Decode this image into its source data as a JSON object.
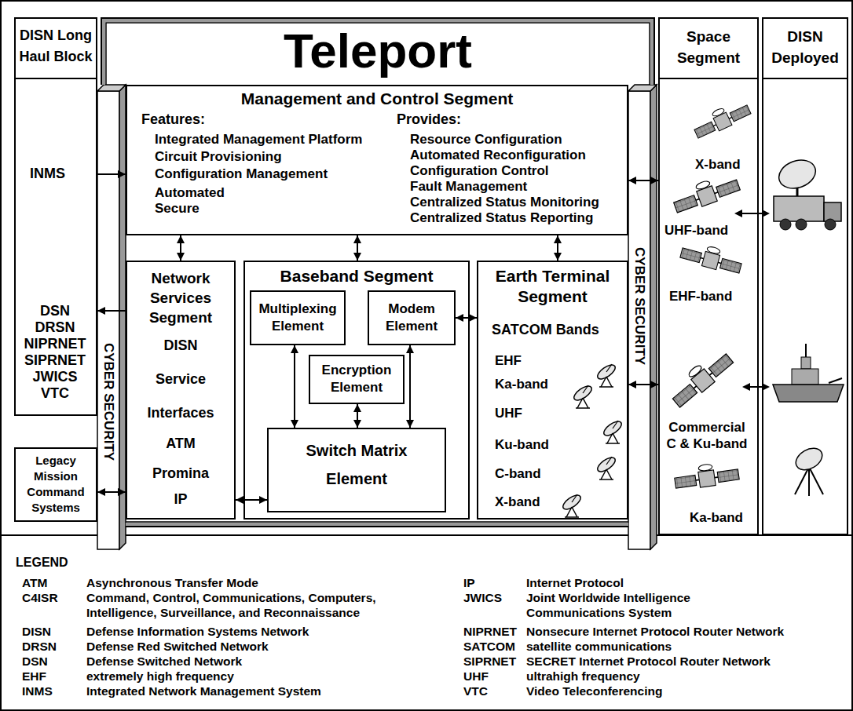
{
  "diagram": {
    "nodes": [
      {
        "text": [
          "DISN Long Haul Block",
          "INMS",
          "DSN DRSN NIPRNET SIPRNET JWICS VTC"
        ]
      },
      {
        "text": [
          "Legacy Mission Command Systems"
        ]
      },
      {
        "text": [
          "Teleport"
        ]
      },
      {
        "text": [
          "Management and Control Segment",
          "Features:",
          "Integrated Management Platform",
          "Circuit Provisioning",
          "Configuration Management",
          "Automated",
          "Secure",
          "Provides:",
          "Resource Configuration",
          "Automated Reconfiguration",
          "Configuration Control",
          "Fault Management",
          "Centralized Status Monitoring",
          "Centralized Status Reporting"
        ],
        "in": 2
      },
      {
        "text": [
          "Network Services Segment",
          "DISN Service Interfaces",
          "ATM",
          "Promina",
          "IP"
        ],
        "in": 2
      },
      {
        "text": [
          "Baseband Segment"
        ],
        "in": 2
      },
      {
        "text": [
          "Multiplexing Element"
        ],
        "in": 5
      },
      {
        "text": [
          "Modem Element"
        ],
        "in": 5
      },
      {
        "text": [
          "Encryption Element"
        ],
        "in": 5
      },
      {
        "text": [
          "Switch Matrix Element"
        ],
        "in": 5
      },
      {
        "text": [
          "Earth Terminal Segment",
          "SATCOM Bands",
          "EHF",
          "Ka-band",
          "UHF",
          "Ku-band",
          "C-band",
          "X-band"
        ],
        "in": 2
      },
      {
        "text": [
          "CYBER SECURITY"
        ]
      },
      {
        "text": [
          "CYBER SECURITY"
        ]
      },
      {
        "text": [
          "Space Segment",
          "X-band",
          "UHF-band",
          "EHF-band",
          "Commercial C & Ku-band",
          "Ka-band"
        ]
      },
      {
        "text": [
          "DISN Deployed"
        ]
      }
    ],
    "edges": [
      {
        "from": 0,
        "to": 3,
        "arrow": "to"
      },
      {
        "from": 4,
        "to": 0,
        "arrow": "to"
      },
      {
        "from": 1,
        "to": 4,
        "arrow": "both"
      },
      {
        "from": 3,
        "to": 4,
        "arrow": "both"
      },
      {
        "from": 3,
        "to": 5,
        "arrow": "both"
      },
      {
        "from": 3,
        "to": 10,
        "arrow": "both"
      },
      {
        "from": 3,
        "to": 13,
        "arrow": "both"
      },
      {
        "from": 4,
        "to": 9,
        "arrow": "both"
      },
      {
        "from": 6,
        "to": 9,
        "arrow": "both"
      },
      {
        "from": 8,
        "to": 9,
        "arrow": "both"
      },
      {
        "from": 7,
        "to": 9,
        "arrow": "both"
      },
      {
        "from": 7,
        "to": 10,
        "arrow": "both"
      },
      {
        "from": 10,
        "to": 13,
        "arrow": "both"
      }
    ],
    "labels": [
      "LEGEND",
      "ATM",
      "Asynchronous Transfer Mode",
      "C4ISR",
      "Command, Control, Communications, Computers, Intelligence, Surveillance, and Reconnaissance",
      "DISN",
      "Defense Information Systems Network",
      "DRSN",
      "Defense Red Switched Network",
      "DSN",
      "Defense Switched Network",
      "EHF",
      "extremely high frequency",
      "INMS",
      "Integrated Network Management System",
      "IP",
      "Internet Protocol",
      "JWICS",
      "Joint Worldwide Intelligence Communications System",
      "NIPRNET",
      "Nonsecure Internet Protocol Router Network",
      "SATCOM",
      "satellite communications",
      "SIPRNET",
      "SECRET Internet Protocol Router Network",
      "UHF",
      "ultrahigh frequency",
      "VTC",
      "Video Teleconferencing"
    ]
  }
}
